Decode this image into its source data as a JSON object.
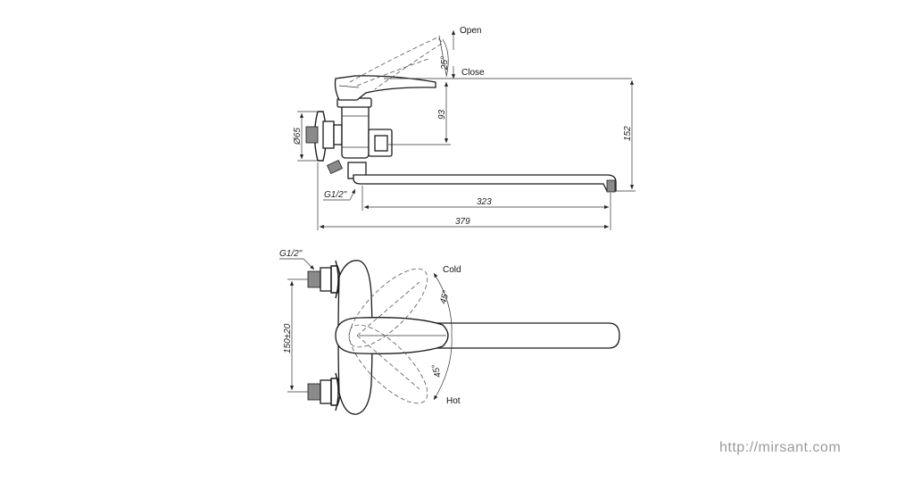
{
  "side_view": {
    "label_open": "Open",
    "label_close": "Close",
    "angle_lever": "25°",
    "dim_handle_height": "93",
    "dim_total_height": "152",
    "dim_diameter": "Ø65",
    "dim_thread": "G1/2\"",
    "dim_spout_reach": "323",
    "dim_total_length": "379"
  },
  "top_view": {
    "dim_thread": "G1/2\"",
    "label_cold": "Cold",
    "label_hot": "Hot",
    "angle_cold": "45°",
    "angle_hot": "45°",
    "dim_center_distance": "150±20"
  },
  "watermark": "http://mirsant.com"
}
